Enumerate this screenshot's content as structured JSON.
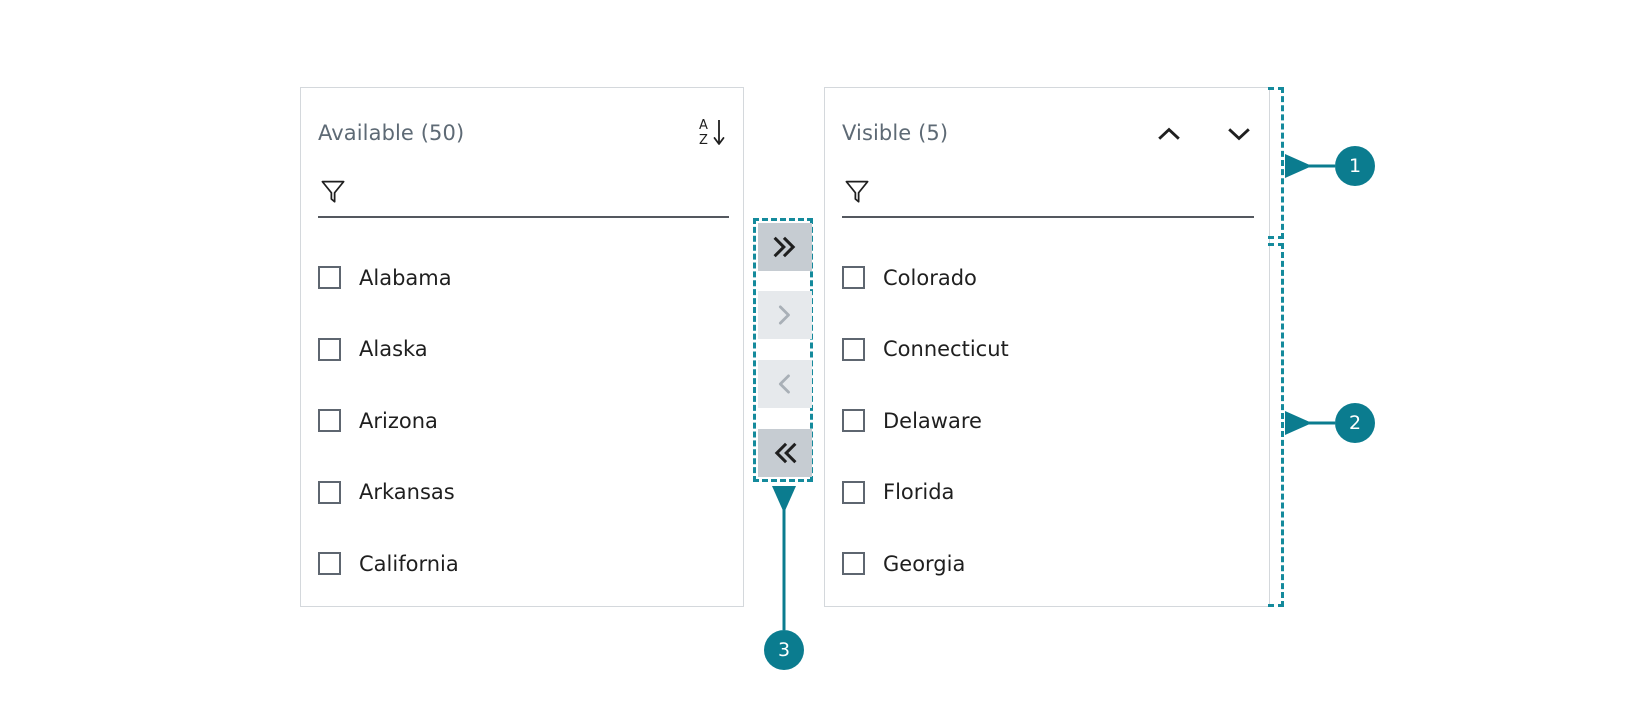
{
  "available_panel": {
    "title": "Available (50)",
    "sort_icon": "sort-az-icon",
    "sort_letter_top": "A",
    "sort_letter_bottom": "Z",
    "filter": {
      "value": "",
      "placeholder": ""
    },
    "filter_icon": "filter-funnel-icon",
    "items": [
      {
        "label": "Alabama",
        "checked": false
      },
      {
        "label": "Alaska",
        "checked": false
      },
      {
        "label": "Arizona",
        "checked": false
      },
      {
        "label": "Arkansas",
        "checked": false
      },
      {
        "label": "California",
        "checked": false
      }
    ]
  },
  "visible_panel": {
    "title": "Visible (5)",
    "move_up_icon": "chevron-up-icon",
    "move_down_icon": "chevron-down-icon",
    "filter": {
      "value": "",
      "placeholder": ""
    },
    "filter_icon": "filter-funnel-icon",
    "items": [
      {
        "label": "Colorado",
        "checked": false
      },
      {
        "label": "Connecticut",
        "checked": false
      },
      {
        "label": "Delaware",
        "checked": false
      },
      {
        "label": "Florida",
        "checked": false
      },
      {
        "label": "Georgia",
        "checked": false
      }
    ]
  },
  "transfer_buttons": [
    {
      "name": "move-all-right",
      "icon": "double-chevron-right-icon",
      "glyph": "»",
      "enabled": true
    },
    {
      "name": "move-right",
      "icon": "chevron-right-icon",
      "glyph": "›",
      "enabled": false
    },
    {
      "name": "move-left",
      "icon": "chevron-left-icon",
      "glyph": "‹",
      "enabled": false
    },
    {
      "name": "move-all-left",
      "icon": "double-chevron-left-icon",
      "glyph": "«",
      "enabled": true
    }
  ],
  "annotations": [
    {
      "id": "1",
      "label": "1"
    },
    {
      "id": "2",
      "label": "2"
    },
    {
      "id": "3",
      "label": "3"
    }
  ],
  "colors": {
    "accent": "#0b7c8f",
    "annotation_dash": "#148a9c",
    "panel_border": "#d4d8dc",
    "title_text": "#5e6a75",
    "item_text": "#1f1f1f",
    "checkbox_border": "#5e6670",
    "filter_underline": "#54585f",
    "button_enabled_bg": "#c6ccd2",
    "button_disabled_bg": "#e6e9ec",
    "button_enabled_glyph": "#1f1f1f",
    "button_disabled_glyph": "#a9b0b7"
  }
}
